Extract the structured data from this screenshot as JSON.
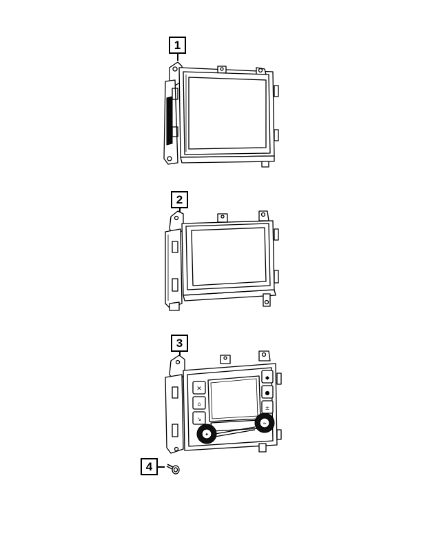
{
  "diagram": {
    "type": "exploded-parts-view",
    "callouts": [
      {
        "id": 1,
        "label": "1",
        "part": "display-module-large"
      },
      {
        "id": 2,
        "label": "2",
        "part": "display-module-wide"
      },
      {
        "id": 3,
        "label": "3",
        "part": "radio-control-panel-with-knobs"
      },
      {
        "id": 4,
        "label": "4",
        "part": "screw"
      }
    ],
    "colors": {
      "line": "#000000",
      "background": "#ffffff"
    }
  }
}
